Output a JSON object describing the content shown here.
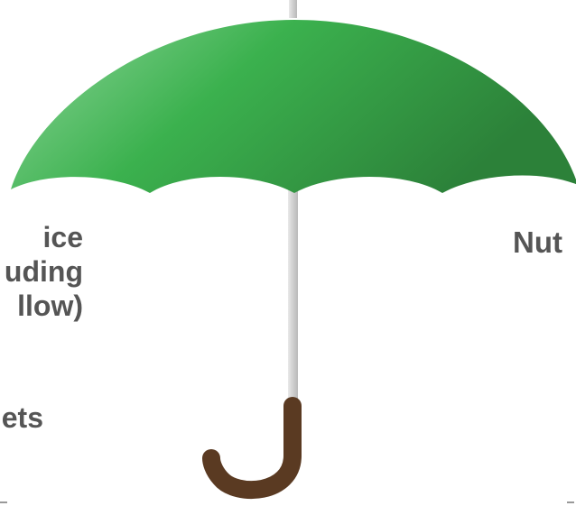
{
  "left_label": {
    "lines": [
      "ice",
      "uding",
      "llow)"
    ]
  },
  "left_label_2": "ets",
  "right_label": "Nut",
  "colors": {
    "canopy_light": "#7ccf8a",
    "canopy_mid": "#3bb14e",
    "canopy_dark": "#2e8a3c",
    "shaft": "#d4d4d4",
    "handle": "#5a3a22",
    "text": "#555555"
  }
}
